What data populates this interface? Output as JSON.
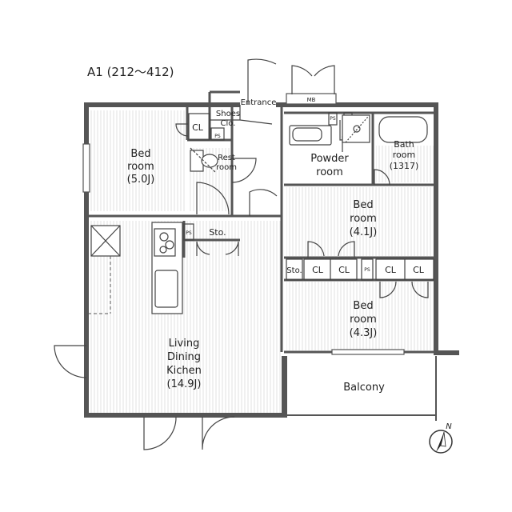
{
  "plan_title": "A1 (212〜412)",
  "rooms": {
    "bedroom_main": {
      "line1": "Bed",
      "line2": "room",
      "line3": "(5.0J)"
    },
    "bedroom_mid": {
      "line1": "Bed",
      "line2": "room",
      "line3": "(4.1J)"
    },
    "bedroom_low": {
      "line1": "Bed",
      "line2": "room",
      "line3": "(4.3J)"
    },
    "ldk": {
      "line1": "Living",
      "line2": "Dining",
      "line3": "Kichen",
      "line4": "(14.9J)"
    },
    "powder": {
      "line1": "Powder",
      "line2": "room"
    },
    "bath": {
      "line1": "Bath",
      "line2": "room",
      "line3": "(1317)"
    },
    "rest": {
      "line1": "Rest",
      "line2": "room"
    },
    "shoes": {
      "line1": "Shoes",
      "line2": "Clo."
    },
    "entrance": "Entrance",
    "balcony": "Balcony"
  },
  "storage": {
    "cl": "CL",
    "sto": "Sto.",
    "ps": "PS",
    "mb": "MB"
  },
  "compass": "N",
  "colors": {
    "wall": "#555555",
    "line": "#333333",
    "hatch": "#d4d4d4",
    "bg": "#ffffff"
  }
}
